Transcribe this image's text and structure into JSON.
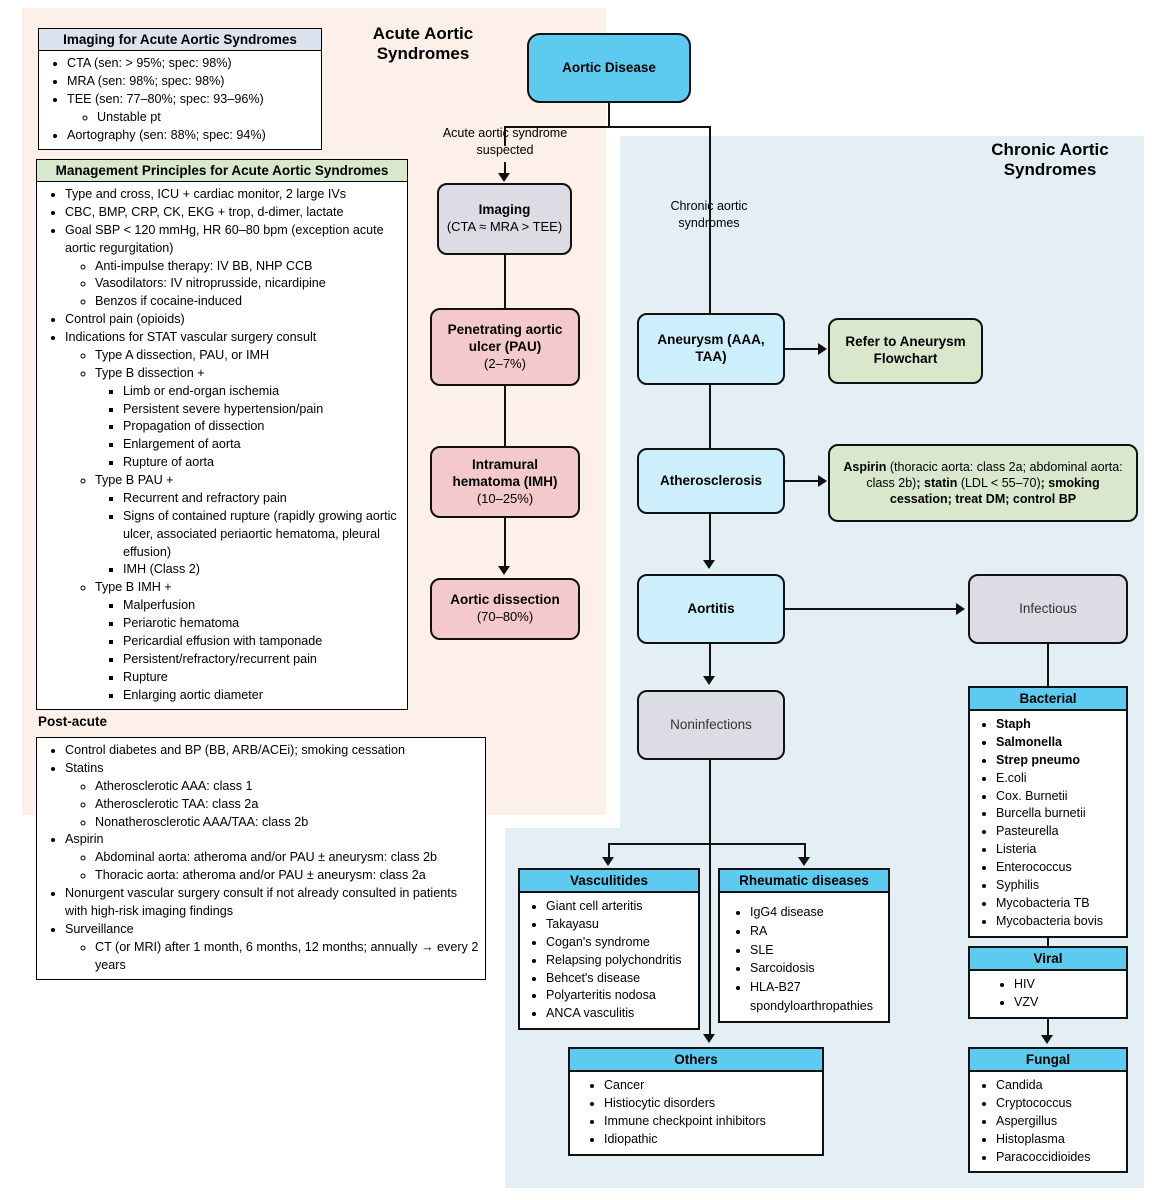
{
  "titles": {
    "acute": "Acute Aortic Syndromes",
    "chronic": "Chronic Aortic Syndromes"
  },
  "imaging_box": {
    "header": "Imaging for Acute Aortic Syndromes",
    "items": [
      "CTA (sen: > 95%; spec: 98%)",
      "MRA (sen: 98%; spec: 98%)",
      "TEE (sen: 77–80%; spec: 93–96%)",
      "Unstable pt",
      "Aortography (sen: 88%; spec: 94%)"
    ]
  },
  "management_box": {
    "header": "Management Principles for Acute Aortic Syndromes",
    "items": [
      "Type and cross, ICU + cardiac monitor, 2 large IVs",
      "CBC, BMP, CRP, CK, EKG + trop, d-dimer, lactate",
      "Goal SBP < 120 mmHg, HR 60–80 bpm (exception acute aortic regurgitation)",
      "Anti-impulse therapy: IV BB, NHP CCB",
      "Vasodilators: IV nitroprusside, nicardipine",
      "Benzos if cocaine-induced",
      "Control pain (opioids)",
      "Indications for STAT vascular surgery consult",
      "Type A dissection, PAU, or IMH",
      "Type B dissection +",
      "Limb or end-organ ischemia",
      "Persistent severe hypertension/pain",
      "Propagation of dissection",
      "Enlargement of aorta",
      "Rupture of aorta",
      "Type B PAU +",
      "Recurrent and refractory pain",
      "Signs of contained rupture (rapidly growing aortic ulcer, associated periaortic hematoma, pleural effusion)",
      "IMH (Class 2)",
      "Type B IMH +",
      "Malperfusion",
      "Periarotic hematoma",
      "Pericardial effusion with tamponade",
      "Persistent/refractory/recurrent pain",
      "Rupture",
      "Enlarging aortic diameter"
    ]
  },
  "post_acute": {
    "label": "Post-acute",
    "items": [
      "Control diabetes and BP (BB, ARB/ACEi); smoking cessation",
      "Statins",
      "Atherosclerotic AAA: class 1",
      "Atherosclerotic TAA: class 2a",
      "Nonatherosclerotic AAA/TAA: class 2b",
      "Aspirin",
      "Abdominal aorta: atheroma and/or PAU ± aneurysm: class 2b",
      "Thoracic aorta: atheroma and/or PAU ± aneurysm: class 2a",
      "Nonurgent vascular surgery consult if not already consulted in patients with high-risk imaging findings",
      "Surveillance",
      "CT (or MRI) after 1 month, 6 months, 12 months; annually → every 2 years"
    ]
  },
  "nodes": {
    "aortic_disease": {
      "line1": "Aortic Disease"
    },
    "imaging": {
      "line1": "Imaging",
      "line2": "(CTA ≈ MRA > TEE)"
    },
    "pau": {
      "line1": "Penetrating aortic ulcer (PAU)",
      "line2": "(2–7%)"
    },
    "imh": {
      "line1": "Intramural hematoma (IMH)",
      "line2": "(10–25%)"
    },
    "dissection": {
      "line1": "Aortic dissection",
      "line2": "(70–80%)"
    },
    "aneurysm": {
      "line1": "Aneurysm (AAA, TAA)"
    },
    "refer": {
      "line1": "Refer to Aneurysm Flowchart"
    },
    "atherosclerosis": {
      "line1": "Atherosclerosis"
    },
    "aortitis": {
      "line1": "Aortitis"
    },
    "infectious": {
      "line1": "Infectious"
    },
    "noninfections": {
      "line1": "Noninfections"
    }
  },
  "aspirin_box": {
    "seg1_bold": "Aspirin",
    "seg2": " (thoracic aorta: class 2a; abdominal aorta: class 2b)",
    "seg3_bold": "; ",
    "seg4_bold": "statin",
    "seg5": " (LDL < 55–70)",
    "seg6_bold": "; smoking cessation; treat DM; control BP"
  },
  "edge_labels": {
    "acute_suspected": "Acute aortic syndrome suspected",
    "chronic_suspected": "Chronic aortic syndromes"
  },
  "lists": {
    "vasculitides": {
      "header": "Vasculitides",
      "items": [
        "Giant cell arteritis",
        "Takayasu",
        "Cogan's syndrome",
        "Relapsing polychondritis",
        "Behcet's disease",
        "Polyarteritis nodosa",
        "ANCA vasculitis"
      ]
    },
    "rheumatic": {
      "header": "Rheumatic diseases",
      "items": [
        "IgG4 disease",
        "RA",
        "SLE",
        "Sarcoidosis",
        "HLA-B27 spondyloarthropathies"
      ]
    },
    "others": {
      "header": "Others",
      "items": [
        "Cancer",
        "Histiocytic disorders",
        "Immune checkpoint inhibitors",
        "Idiopathic"
      ]
    },
    "bacterial": {
      "header": "Bacterial",
      "items": [
        "Staph",
        "Salmonella",
        "Strep pneumo",
        "E.coli",
        "Cox. Burnetii",
        "Burcella burnetii",
        "Pasteurella",
        "Listeria",
        "Enterococcus",
        "Syphilis",
        "Mycobacteria TB",
        "Mycobacteria bovis"
      ],
      "bold_count": 3
    },
    "viral": {
      "header": "Viral",
      "items": [
        "HIV",
        "VZV"
      ]
    },
    "fungal": {
      "header": "Fungal",
      "items": [
        "Candida",
        "Cryptococcus",
        "Aspergillus",
        "Histoplasma",
        "Paracoccidioides"
      ]
    }
  },
  "colors": {
    "acute_panel": "#fdf0e8",
    "chronic_panel": "#e3eef5",
    "node_blue": "#5ccbef",
    "node_ltblue": "#cdeefb",
    "node_grey": "#dcdce4",
    "node_pink": "#f4c9cb",
    "node_green": "#d9e7cd"
  }
}
